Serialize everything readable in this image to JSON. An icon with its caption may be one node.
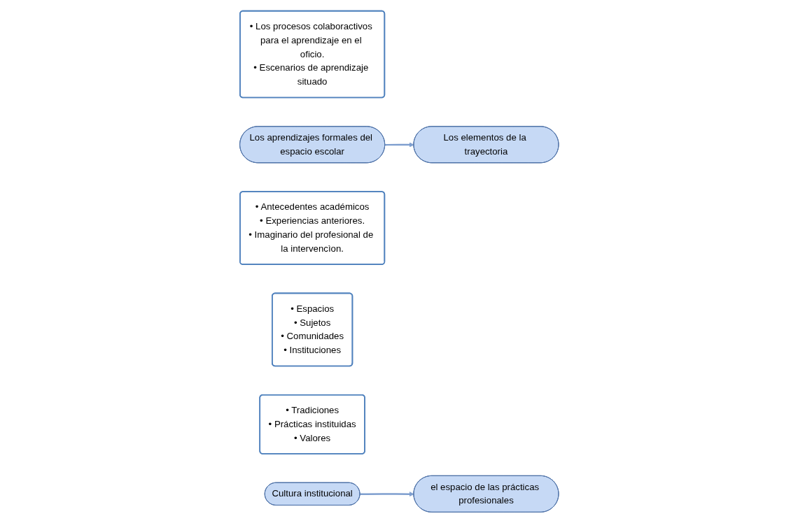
{
  "diagram": {
    "nodes": [
      {
        "text": [
          "• Los procesos colaboractivos para el aprendizaje en el oficio.",
          "• Escenarios de aprendizaje situado"
        ]
      },
      {
        "text": [
          "Los aprendizajes formales del espacio escolar"
        ]
      },
      {
        "text": [
          "• Antecedentes académicos",
          "• Experiencias anteriores.",
          "• Imaginario del profesional de la intervencìon."
        ]
      },
      {
        "text": [
          "Los elementos de la trayectoria"
        ]
      },
      {
        "text": [
          "• Espacios",
          "• Sujetos",
          "• Comunidades",
          "• Instituciones"
        ]
      },
      {
        "text": [
          "el espacio de las prácticas profesionales"
        ]
      },
      {
        "text": [
          "• Tradiciones",
          "• Prácticas instituidas",
          "• Valores"
        ]
      },
      {
        "text": [
          "Cultura institucional"
        ]
      }
    ],
    "edges": [
      {
        "from": 1,
        "to": 3,
        "arrow": "to"
      },
      {
        "from": 7,
        "to": 5,
        "arrow": "to"
      }
    ]
  }
}
